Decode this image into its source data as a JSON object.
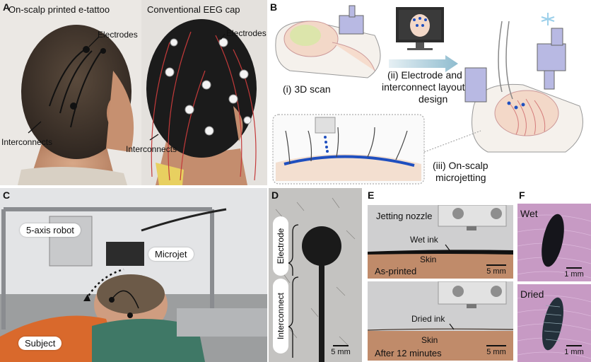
{
  "panels": {
    "a": {
      "label": "A",
      "title_left": "On-scalp printed e-tattoo",
      "title_right": "Conventional EEG cap",
      "electrodes_left": "Electrodes",
      "electrodes_right": "Electrodes",
      "interconnects_left": "Interconnects",
      "interconnects_right": "Interconnects"
    },
    "b": {
      "label": "B",
      "step1": "(i) 3D scan",
      "step2_line1": "(ii) Electrode and",
      "step2_line2": "interconnect layout",
      "step2_line3": "design",
      "step3_line1": "(iii) On-scalp",
      "step3_line2": "microjetting"
    },
    "c": {
      "label": "C",
      "robot": "5-axis robot",
      "microjet": "Microjet",
      "subject": "Subject"
    },
    "d": {
      "label": "D",
      "electrode": "Electrode",
      "interconnect": "Interconnect",
      "scale": "5 mm"
    },
    "e": {
      "label": "E",
      "nozzle": "Jetting nozzle",
      "wet_ink": "Wet ink",
      "skin_top": "Skin",
      "as_printed": "As-printed",
      "scale_top": "5 mm",
      "dried_ink": "Dried ink",
      "skin_bottom": "Skin",
      "after": "After 12 minutes",
      "scale_bottom": "5 mm"
    },
    "f": {
      "label": "F",
      "wet": "Wet",
      "scale_top": "1 mm",
      "dried": "Dried",
      "scale_bottom": "1 mm"
    }
  },
  "colors": {
    "ink": "#1a1a1a",
    "highlight_blue": "#1f4fbf",
    "skin": "#d9a98a",
    "cap": "#1b1b1b",
    "arrow_gradient": "#9cc4d6"
  }
}
